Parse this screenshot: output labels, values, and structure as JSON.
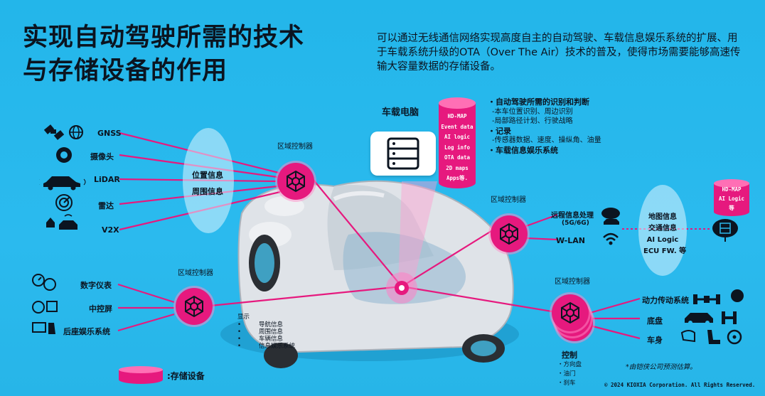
{
  "title_line1": "实现自动驾驶所需的技术",
  "title_line2": "与存储设备的作用",
  "intro": "可以通过无线通信网络实现高度自主的自动驾驶、车载信息娱乐系统的扩展、用于车载系统升级的OTA（Over The Air）技术的普及，使得市场需要能够高速传输大容量数据的存储设备。",
  "car_computer": {
    "label": "车载电脑",
    "storage_items": [
      "HD-MAP",
      "Event data",
      "AI logic",
      "Log info",
      "OTA data",
      "2D maps",
      "Apps等."
    ],
    "bullets": [
      {
        "head": "・自动驾驶所需的识别和判断",
        "lines": [
          "-本车位置识别、周边识别",
          "-局部路径计划、行驶战略"
        ]
      },
      {
        "head": "・记录",
        "lines": [
          "-传感器数据、速度、操纵角、油量"
        ]
      },
      {
        "head": "・车载信息娱乐系统",
        "lines": []
      }
    ]
  },
  "zone_label": "区域控制器",
  "sensors": {
    "items": [
      "GNSS",
      "摄像头",
      "LiDAR",
      "雷达",
      "V2X"
    ],
    "ellipse": [
      "位置信息",
      "周围信息"
    ]
  },
  "comm": {
    "items": [
      "远程信息处理",
      "(5G/6G)",
      "W-LAN"
    ],
    "ellipse": [
      "地图信息",
      "交通信息",
      "AI Logic",
      "ECU FW. 等"
    ],
    "cloud_storage": [
      "HD-MAP",
      "AI Logic",
      "等"
    ]
  },
  "cockpit": {
    "items": [
      "数字仪表",
      "中控屏",
      "后座娱乐系统"
    ],
    "display_head": "显示",
    "display_items": [
      "导航信息",
      "周围信息",
      "车辆信息",
      "信息娱乐系统"
    ]
  },
  "powertrain": {
    "items": [
      "动力传动系统",
      "底盘",
      "车身"
    ],
    "control_head": "控制",
    "control_items": [
      "・方向盘",
      "・油门",
      "・刹车"
    ]
  },
  "legend": ":存储设备",
  "note": "*由铠侠公司预测估算。",
  "copyright": "© 2024 KIOXIA Corporation. All Rights Reserved.",
  "colors": {
    "background": "#2ab8ec",
    "accent": "#e6197e",
    "text": "#0b1420"
  }
}
